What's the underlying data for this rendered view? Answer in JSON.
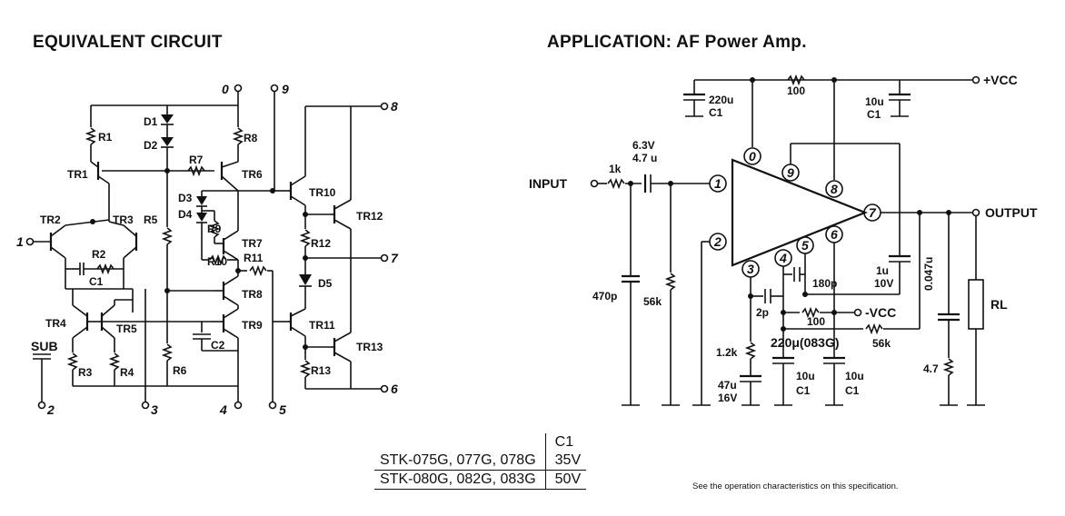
{
  "titles": {
    "left": "EQUIVALENT CIRCUIT",
    "right": "APPLICATION: AF Power Amp."
  },
  "equivalent_circuit": {
    "resistors": [
      "R1",
      "R2",
      "R3",
      "R4",
      "R5",
      "R6",
      "R7",
      "R8",
      "R9",
      "R10",
      "R11",
      "R12",
      "R13"
    ],
    "transistors": [
      "TR1",
      "TR2",
      "TR3",
      "TR4",
      "TR5",
      "TR6",
      "TR7",
      "TR8",
      "TR9",
      "TR10",
      "TR11",
      "TR12",
      "TR13"
    ],
    "diodes": [
      "D1",
      "D2",
      "D3",
      "D4",
      "D5"
    ],
    "capacitors": [
      "C1",
      "C2"
    ],
    "pins": [
      "0",
      "9",
      "8",
      "7",
      "6",
      "5",
      "4",
      "3",
      "2",
      "1"
    ],
    "sub_label": "SUB"
  },
  "application": {
    "input_label": "INPUT",
    "output_label": "OUTPUT",
    "vcc_label": "+VCC",
    "neg_vcc_label": "-VCC",
    "load_label": "RL",
    "pins": [
      "0",
      "1",
      "2",
      "3",
      "4",
      "5",
      "6",
      "7",
      "8",
      "9"
    ],
    "components": {
      "c_220u": "220u",
      "c1_a": "C1",
      "r_100_top": "100",
      "c_10u_top": "10u",
      "c1_b": "C1",
      "in_1k": "1k",
      "in_cap_v": "6.3V",
      "in_cap_v2": "4.7 u",
      "c_470p": "470p",
      "r_56k_in": "56k",
      "c_180p": "180p",
      "c_1u": "1u",
      "c_1u_v": "10V",
      "c_2p": "2p",
      "r_100_mid": "100",
      "c_220mu": "220μ(083G)",
      "r_56k_fb": "56k",
      "r_1_2k": "1.2k",
      "c_47u": "47u",
      "c_47u_v": "16V",
      "c_10u_a": "10u",
      "c1_c": "C1",
      "c_10u_b": "10u",
      "c1_d": "C1",
      "c_0_047u": "0.047u",
      "r_4_7": "4.7"
    }
  },
  "c1_table": {
    "header": "C1",
    "rows": [
      {
        "models": "STK-075G, 077G, 078G",
        "voltage": "35V"
      },
      {
        "models": "STK-080G, 082G, 083G",
        "voltage": "50V"
      }
    ]
  },
  "footnote": "See the operation characteristics on this specification."
}
